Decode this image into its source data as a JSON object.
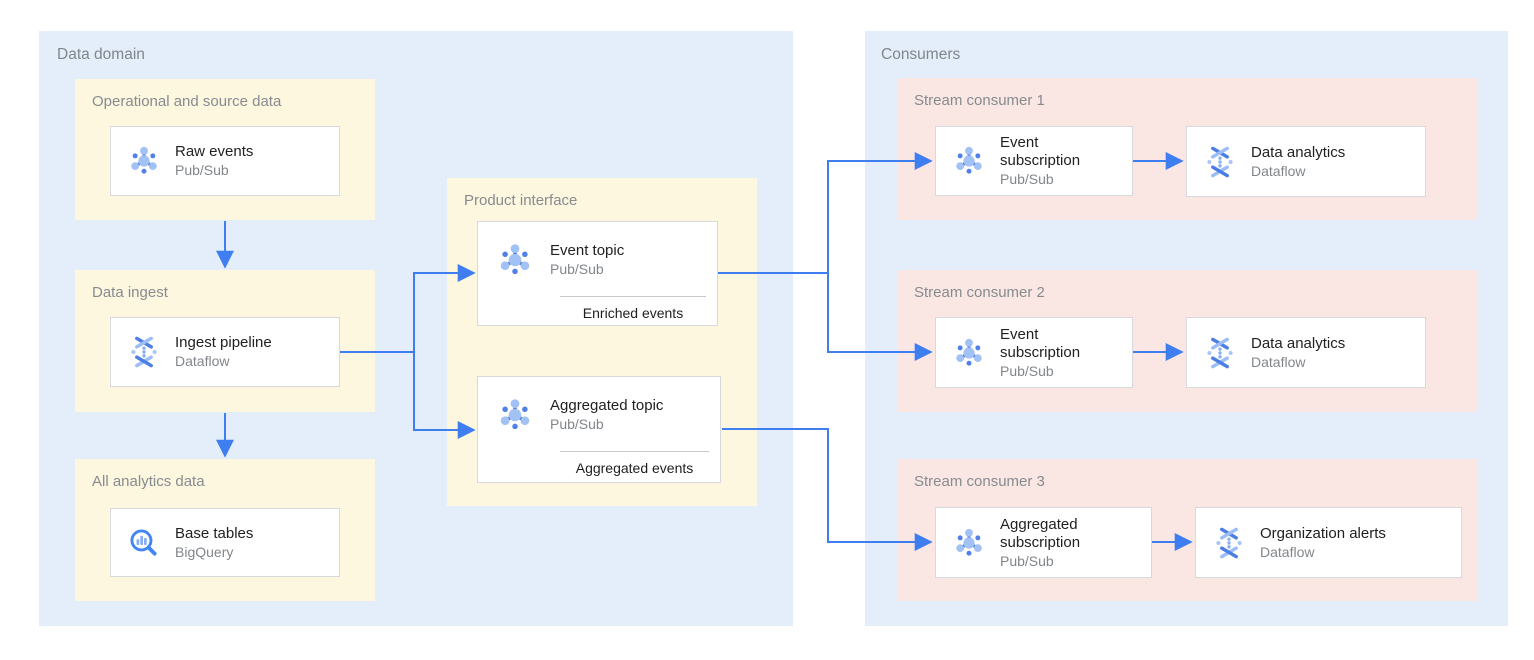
{
  "colors": {
    "container_bg": "#e3eefa",
    "producer_group_bg": "#fef7e0",
    "consumer_group_bg": "#fae7e3",
    "card_bg": "#ffffff",
    "card_border": "#d8d9dd",
    "arrow": "#3f7ef0",
    "label_gray": "#80868b",
    "title_dark": "#212124"
  },
  "icons": {
    "pubsub": "pubsub-icon",
    "dataflow": "dataflow-icon",
    "bigquery": "bigquery-icon"
  },
  "data_domain": {
    "label": "Data domain",
    "op_source": {
      "label": "Operational and source data",
      "card": {
        "title": "Raw events",
        "product": "Pub/Sub"
      }
    },
    "data_ingest": {
      "label": "Data ingest",
      "card": {
        "title": "Ingest pipeline",
        "product": "Dataflow"
      }
    },
    "all_analytics": {
      "label": "All analytics data",
      "card": {
        "title": "Base tables",
        "product": "BigQuery"
      }
    },
    "product_interface": {
      "label": "Product interface",
      "event_topic": {
        "title": "Event topic",
        "product": "Pub/Sub",
        "caption": "Enriched events"
      },
      "aggregated_topic": {
        "title": "Aggregated topic",
        "product": "Pub/Sub",
        "caption": "Aggregated events"
      }
    }
  },
  "consumers": {
    "label": "Consumers",
    "stream1": {
      "label": "Stream consumer 1",
      "subscription": {
        "title": "Event subscription",
        "product": "Pub/Sub"
      },
      "processor": {
        "title": "Data analytics",
        "product": "Dataflow"
      }
    },
    "stream2": {
      "label": "Stream consumer 2",
      "subscription": {
        "title": "Event subscription",
        "product": "Pub/Sub"
      },
      "processor": {
        "title": "Data analytics",
        "product": "Dataflow"
      }
    },
    "stream3": {
      "label": "Stream consumer 3",
      "subscription": {
        "title": "Aggregated subscription",
        "product": "Pub/Sub"
      },
      "processor": {
        "title": "Organization alerts",
        "product": "Dataflow"
      }
    }
  }
}
